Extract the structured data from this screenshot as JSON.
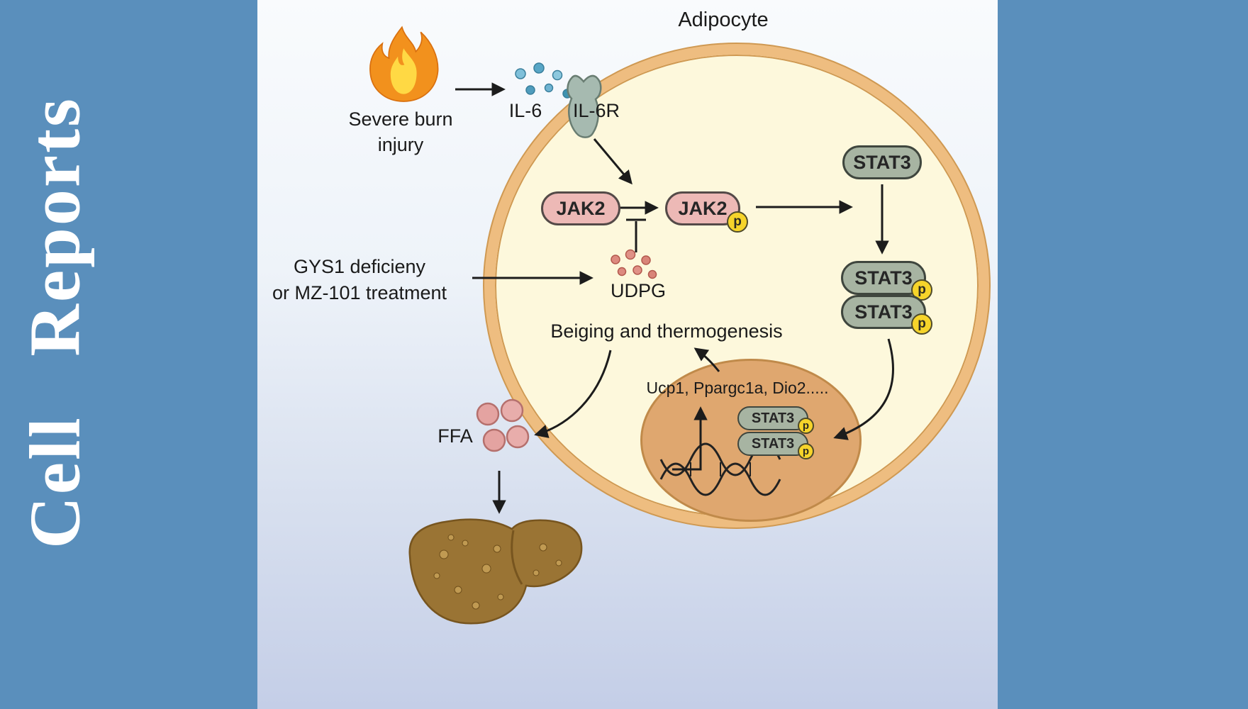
{
  "journal": {
    "title": "Cell Reports"
  },
  "figure": {
    "title": "Adipocyte",
    "burn": {
      "line1": "Severe burn",
      "line2": "injury"
    },
    "il6": "IL-6",
    "il6r": "IL-6R",
    "jak2": "JAK2",
    "stat3": "STAT3",
    "phospho": "p",
    "gys1": {
      "line1": "GYS1 deficieny",
      "line2": "or MZ-101 treatment"
    },
    "udpg": "UDPG",
    "beiging": "Beiging and thermogenesis",
    "genes": "Ucp1, Ppargc1a, Dio2.....",
    "ffa": "FFA"
  },
  "colors": {
    "sidebar_blue": "#5a8fbc",
    "panel_top": "#f9fbfd",
    "panel_bottom": "#c4cee7",
    "cell_fill": "#fdf8dc",
    "cell_membrane": "#eebd80",
    "nucleus_fill": "#dfa76f",
    "jak2_fill": "#edb9b6",
    "stat3_fill": "#a7b4a2",
    "phospho_yellow": "#f6d42a",
    "il6_blue": "#6fb3d2",
    "udpg_red": "#dd8a7f",
    "ffa_pink": "#e4a3a1",
    "liver_brown": "#9a7434",
    "arrow_black": "#1c1c1c"
  }
}
